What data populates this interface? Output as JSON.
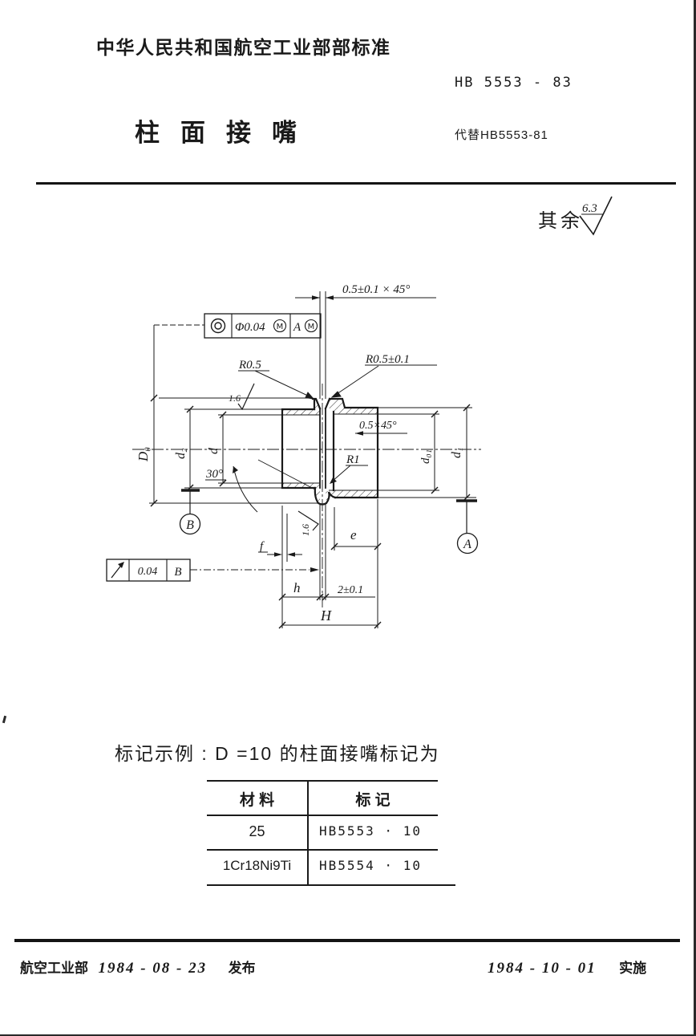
{
  "header": {
    "org": "中华人民共和国航空工业部部标准",
    "std_no": "HB 5553 - 83",
    "title": "柱面接嘴",
    "replaces": "代替HB5553-81"
  },
  "surface_note": {
    "prefix": "其余",
    "value": "6.3"
  },
  "drawing": {
    "dims": {
      "chamfer_top": "0.5±0.1 × 45°",
      "chamfer_right": "0.5×45°",
      "r_left": "R0.5",
      "r_right": "R0.5±0.1",
      "r_fillet": "R1",
      "angle": "30°",
      "rough_top": "1.6",
      "rough_bottom": "1.6",
      "bore": "2±0.1",
      "D0": "D₀",
      "d2": "d₂",
      "d": "d",
      "d01": "d₀₁",
      "d1": "d₁",
      "e": "e",
      "f": "f",
      "h": "h",
      "H": "H"
    },
    "tolerance_frames": {
      "concentricity": {
        "symbol": "concentricity",
        "value": "Φ0.04",
        "modifier": "M",
        "datum": "A",
        "datum_modifier": "M"
      },
      "runout": {
        "symbol": "circular-runout",
        "value": "0.04",
        "datum": "B"
      }
    },
    "datums": {
      "a": "A",
      "b": "B"
    }
  },
  "example": {
    "text": "标记示例 : D =10 的柱面接嘴标记为"
  },
  "table": {
    "headers": [
      "材  料",
      "标      记"
    ],
    "rows": [
      [
        "25",
        "HB5553 · 10"
      ],
      [
        "1Cr18Ni9Ti",
        "HB5554 · 10"
      ]
    ]
  },
  "footer": {
    "issuer": "航空工业部",
    "issue_date": "1984 - 08 - 23",
    "issue_label": "发布",
    "impl_date": "1984 - 10 - 01",
    "impl_label": "实施"
  },
  "colors": {
    "ink": "#1a1a1a",
    "paper": "#ffffff"
  }
}
